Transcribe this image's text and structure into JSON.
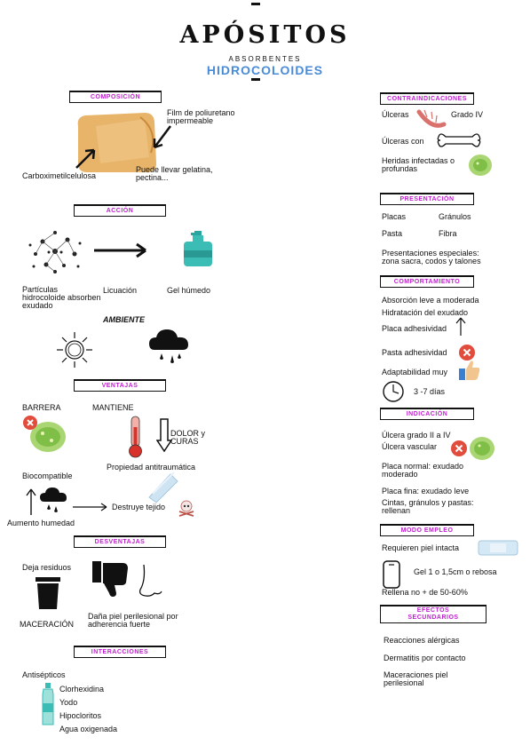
{
  "header": {
    "title": "APÓSITOS",
    "subtitle_small": "ABSORBENTES",
    "subtitle": "HIDROCOLOIDES"
  },
  "left": {
    "composicion": {
      "heading": "COMPOSICIÓN",
      "film": "Film de poliuretano impermeable",
      "cmc": "Carboximetilcelulosa",
      "gelatina": "Puede llevar gelatina, pectina..."
    },
    "accion": {
      "heading": "ACCIÓN",
      "particulas": "Partículas hidrocoloide absorben exudado",
      "licuacion": "Licuación",
      "gel": "Gel húmedo",
      "ambiente": "AMBIENTE"
    },
    "ventajas": {
      "heading": "VENTAJAS",
      "barrera": "BARRERA",
      "mantiene": "MANTIENE",
      "dolor": "DOLOR y CURAS",
      "biocompatible": "Biocompatible",
      "propiedad": "Propiedad antitraumática",
      "aumento": "Aumento humedad",
      "destruye": "Destruye tejido"
    },
    "desventajas": {
      "heading": "DESVENTAJAS",
      "residuos": "Deja residuos",
      "maceracion": "MACERACIÓN",
      "dana": "Daña piel perilesional por adherencia fuerte"
    },
    "interacciones": {
      "heading": "INTERACCIONES",
      "antisepticos": "Antisépticos",
      "items": [
        "Clorhexidina",
        "Yodo",
        "Hipocloritos",
        "Agua oxigenada"
      ]
    }
  },
  "right": {
    "contraindicaciones": {
      "heading": "CONTRAINDICACIONES",
      "ulceras": "Úlceras",
      "grado": "Grado IV",
      "ulceras_con": "Úlceras con",
      "heridas": "Heridas infectadas o profundas"
    },
    "presentacion": {
      "heading": "PRESENTACIÓN",
      "placas": "Placas",
      "granulos": "Gránulos",
      "pasta": "Pasta",
      "fibra": "Fibra",
      "especiales": "Presentaciones especiales: zona sacra, codos y talones"
    },
    "comportamiento": {
      "heading": "COMPORTAMIENTO",
      "absorcion": "Absorción leve a moderada",
      "hidratacion": "Hidratación del exudado",
      "placa_adh": "Placa adhesividad",
      "pasta_adh": "Pasta adhesividad",
      "adaptabilidad": "Adaptabilidad muy",
      "dias": "3 -7 días"
    },
    "indicacion": {
      "heading": "INDICACIÓN",
      "grado": "Úlcera grado II a IV",
      "vascular": "Úlcera vascular",
      "placa_normal": "Placa normal: exudado moderado",
      "placa_fina": "Placa fina: exudado leve",
      "cintas": "Cintas, gránulos y pastas: rellenan"
    },
    "modo": {
      "heading": "MODO EMPLEO",
      "piel": "Requieren piel intacta",
      "gel": "Gel 1 o 1,5cm o rebosa",
      "rellena": "Rellena no + de 50-60%"
    },
    "efectos": {
      "heading": "EFECTOS SECUNDARIOS",
      "items": [
        "Reacciones alérgicas",
        "Dermatitis por contacto",
        "Maceraciones piel perilesional"
      ]
    }
  }
}
